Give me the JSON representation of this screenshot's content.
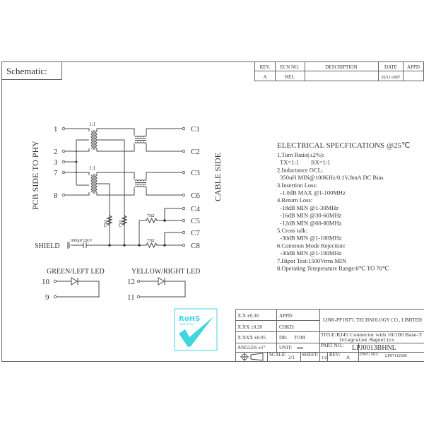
{
  "header": {
    "title": "Schematic:"
  },
  "revision_table": {
    "headers": [
      "REV.",
      "ECN NO.",
      "DESCRIPTION",
      "DATE",
      "APPD"
    ],
    "rows": [
      [
        "A",
        "REL",
        "",
        "26/11/2007",
        ""
      ]
    ]
  },
  "schematic": {
    "left_side_label": "PCB SIDE TO PHY",
    "right_side_label": "CABLE SIDE",
    "turn_ratio_top": "1:1",
    "turn_ratio_bottom": "1:1",
    "left_pins": [
      "1",
      "2",
      "3",
      "7",
      "8"
    ],
    "right_pins": [
      "C1",
      "C2",
      "C3",
      "C6",
      "C4",
      "C5",
      "C7",
      "C8"
    ],
    "resistor_labels": [
      "75Ω",
      "75Ω",
      "75Ω",
      "75Ω"
    ],
    "shield_label": "SHIELD",
    "capacitor_label": "1000pF/2KV",
    "led_green": {
      "label": "GREEN/LEFT LED",
      "pins": [
        "10",
        "9"
      ]
    },
    "led_yellow": {
      "label": "YELLOW/RIGHT LED",
      "pins": [
        "12",
        "11"
      ]
    }
  },
  "specs": {
    "title": "ELECTRICAL SPECFICATIONS @25℃",
    "lines": [
      "1.Turn Ratio(±2%):",
      "  TX=1:1        RX=1:1",
      "2.Inductance OCL:",
      "  350uH MIN@100KHz/0.1V,8mA DC Bias",
      "3.Insertion Loss:",
      "  -1.0dB MAX @1-100MHz",
      "4.Return Loss:",
      "  -18dB MIN @1-30MHz",
      "  -16dB MIN @30-60MHz",
      "  -12dB MIN @60-80MHz",
      "5.Cross talk:",
      "  -30dB MIN @1-100MHz",
      "6.Common Mode Rejection:",
      "  -30dB MIN @1-100MHz",
      "7.Hipot Test:1500Vrms MIN",
      "8.Operating Temperature Range:0℃ TO 70℃"
    ]
  },
  "rohs": {
    "text": "RoHS",
    "subtext": "2002/95/EC",
    "color": "#3fd6e0"
  },
  "title_block": {
    "tol_x": "X:X    ±0.30",
    "tol_xx": "X:XX   ±0.20",
    "tol_xxx": "X:XXX  ±0.05",
    "angles": "ANGLES ±1°",
    "appd": "APPD:",
    "chkd": "CHKD:",
    "dr_label": "DR:",
    "dr_value": "TOM",
    "unit_label": "UNIT:",
    "unit_value": "mm",
    "company": "LINK-PP INT'L TECHNOLOGY CO., LIMITED",
    "title_label": "TITLE:",
    "title_line1": "RJ45 Connector with 10/100 Base-T",
    "title_line2": "Integrated Magnetics",
    "part_label": "PART NO.:",
    "part_value": "LPJ0013BHNL",
    "scale_label": "SCALE:",
    "scale_value": "2/1",
    "sheet_label": "SHEET:",
    "sheet_value": "1/2",
    "rev_label": "REV:",
    "rev_value": "A",
    "dwg_label": "DWG NO.:",
    "dwg_value": "LP07112606"
  }
}
